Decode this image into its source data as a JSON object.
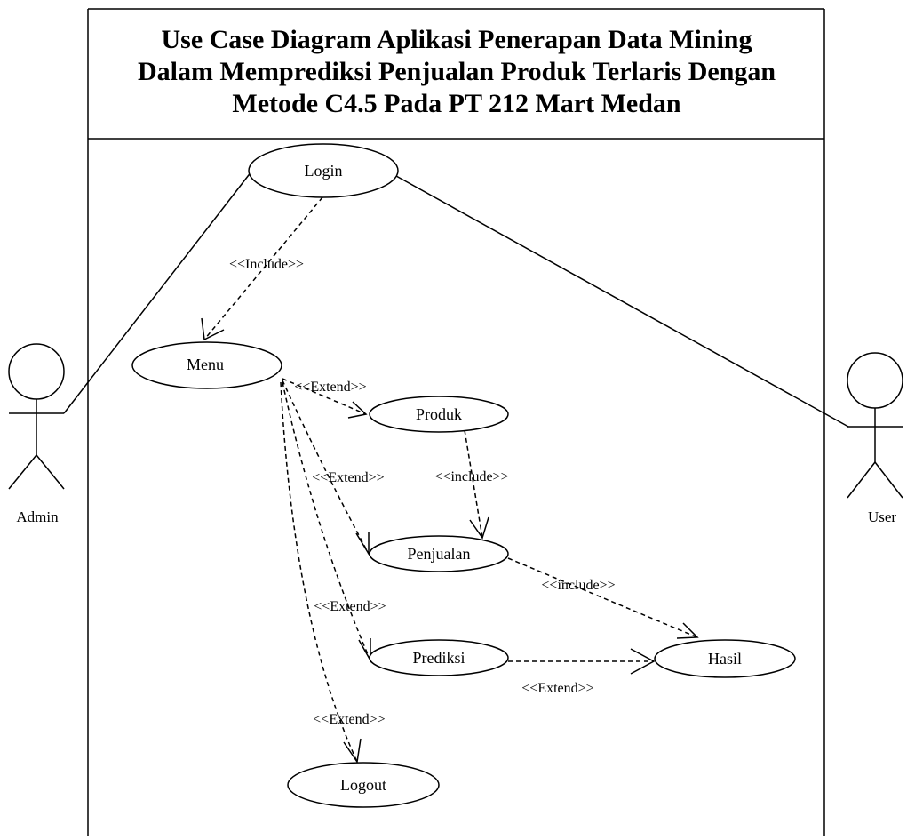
{
  "title": {
    "line1": "Use Case Diagram Aplikasi Penerapan Data Mining",
    "line2": "Dalam Memprediksi Penjualan Produk Terlaris Dengan",
    "line3": "Metode C4.5 Pada PT 212 Mart Medan"
  },
  "actors": {
    "admin": "Admin",
    "user": "User"
  },
  "use_cases": {
    "login": "Login",
    "menu": "Menu",
    "produk": "Produk",
    "penjualan": "Penjualan",
    "prediksi": "Prediksi",
    "hasil": "Hasil",
    "logout": "Logout"
  },
  "relations": {
    "login_menu": "<<Include>>",
    "menu_produk": "<<Extend>>",
    "menu_penjualan": "<<Extend>>",
    "produk_penjualan": "<<include>>",
    "penjualan_hasil": "<<include>>",
    "menu_prediksi": "<<Extend>>",
    "prediksi_hasil": "<<Extend>>",
    "menu_logout": "<<Extend>>"
  }
}
